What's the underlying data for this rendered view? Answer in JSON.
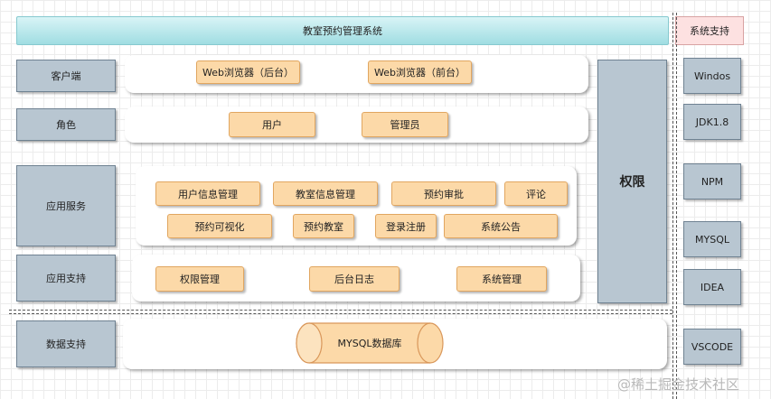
{
  "title": "教室预约管理系统",
  "side_title": "系统支持",
  "permission": "权限",
  "layers": [
    {
      "label": "客户端",
      "items": [
        "Web浏览器（后台）",
        "Web浏览器（前台）"
      ]
    },
    {
      "label": "角色",
      "items": [
        "用户",
        "管理员"
      ]
    },
    {
      "label": "应用服务",
      "items": [
        "用户信息管理",
        "教室信息管理",
        "预约审批",
        "评论",
        "预约可视化",
        "预约教室",
        "登录注册",
        "系统公告"
      ]
    },
    {
      "label": "应用支持",
      "items": [
        "权限管理",
        "后台日志",
        "系统管理"
      ]
    },
    {
      "label": "数据支持",
      "items": [
        "MYSQL数据库"
      ]
    }
  ],
  "support_items": [
    "Windos",
    "JDK1.8",
    "NPM",
    "MYSQL",
    "IDEA",
    "VSCODE"
  ],
  "watermark": "@稀土掘金技术社区"
}
